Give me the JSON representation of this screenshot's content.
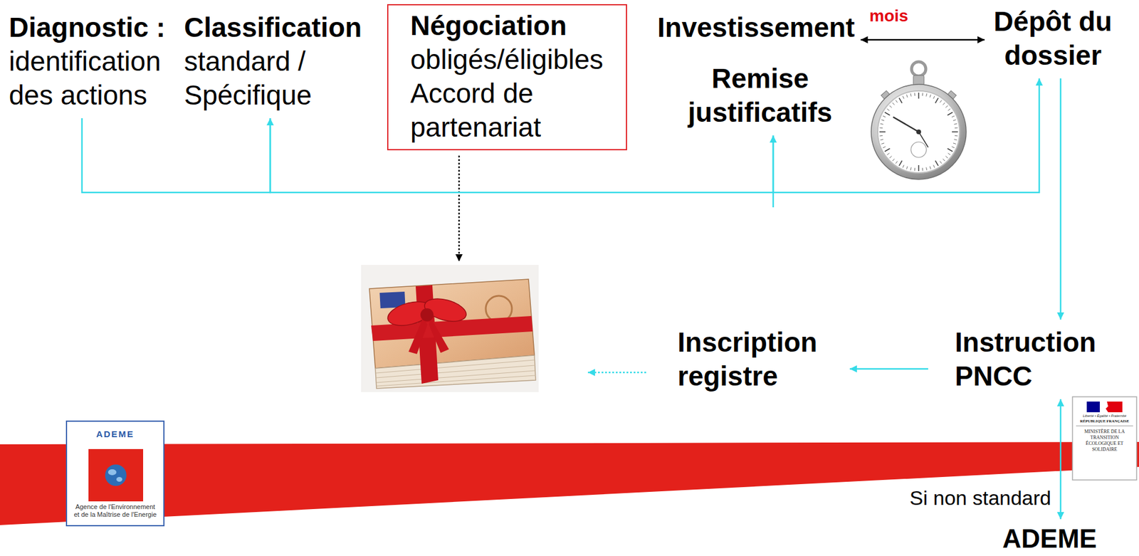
{
  "diagram": {
    "nodes": [
      {
        "text": [
          "Diagnostic :",
          "identification des actions"
        ]
      },
      {
        "text": [
          "Classification",
          "standard / Spécifique"
        ]
      },
      {
        "text": [
          "Négociation",
          "obligés/éligibles Accord de partenariat"
        ]
      },
      {
        "text": [
          "Investissement"
        ]
      },
      {
        "text": [
          "Dépôt du dossier"
        ]
      },
      {
        "text": [
          "Remise justificatifs"
        ]
      },
      {
        "text": [
          "Inscription registre"
        ]
      },
      {
        "text": [
          "Instruction PNCC"
        ]
      },
      {
        "text": [
          "ADEME"
        ]
      }
    ],
    "edges": [
      {
        "from": 0,
        "to": 1,
        "arrow": "to"
      },
      {
        "from": 1,
        "to": 5,
        "arrow": "to"
      },
      {
        "from": 5,
        "to": 4,
        "arrow": "to"
      },
      {
        "from": 4,
        "to": 7,
        "arrow": "to"
      },
      {
        "from": 3,
        "to": 4,
        "label": "mois",
        "arrow": "both"
      },
      {
        "from": 7,
        "to": 6,
        "arrow": "to"
      },
      {
        "from": 7,
        "to": 8,
        "label": "Si non standard",
        "arrow": "both"
      }
    ],
    "labels": [
      "ADEME",
      "Agence de l'Environnement et de la Maîtrise de l'Energie",
      "Liberté • Égalité • Fraternité",
      "RÉPUBLIQUE FRANÇAISE",
      "MINISTÈRE DE LA TRANSITION ÉCOLOGIQUE ET SOLIDAIRE"
    ]
  }
}
